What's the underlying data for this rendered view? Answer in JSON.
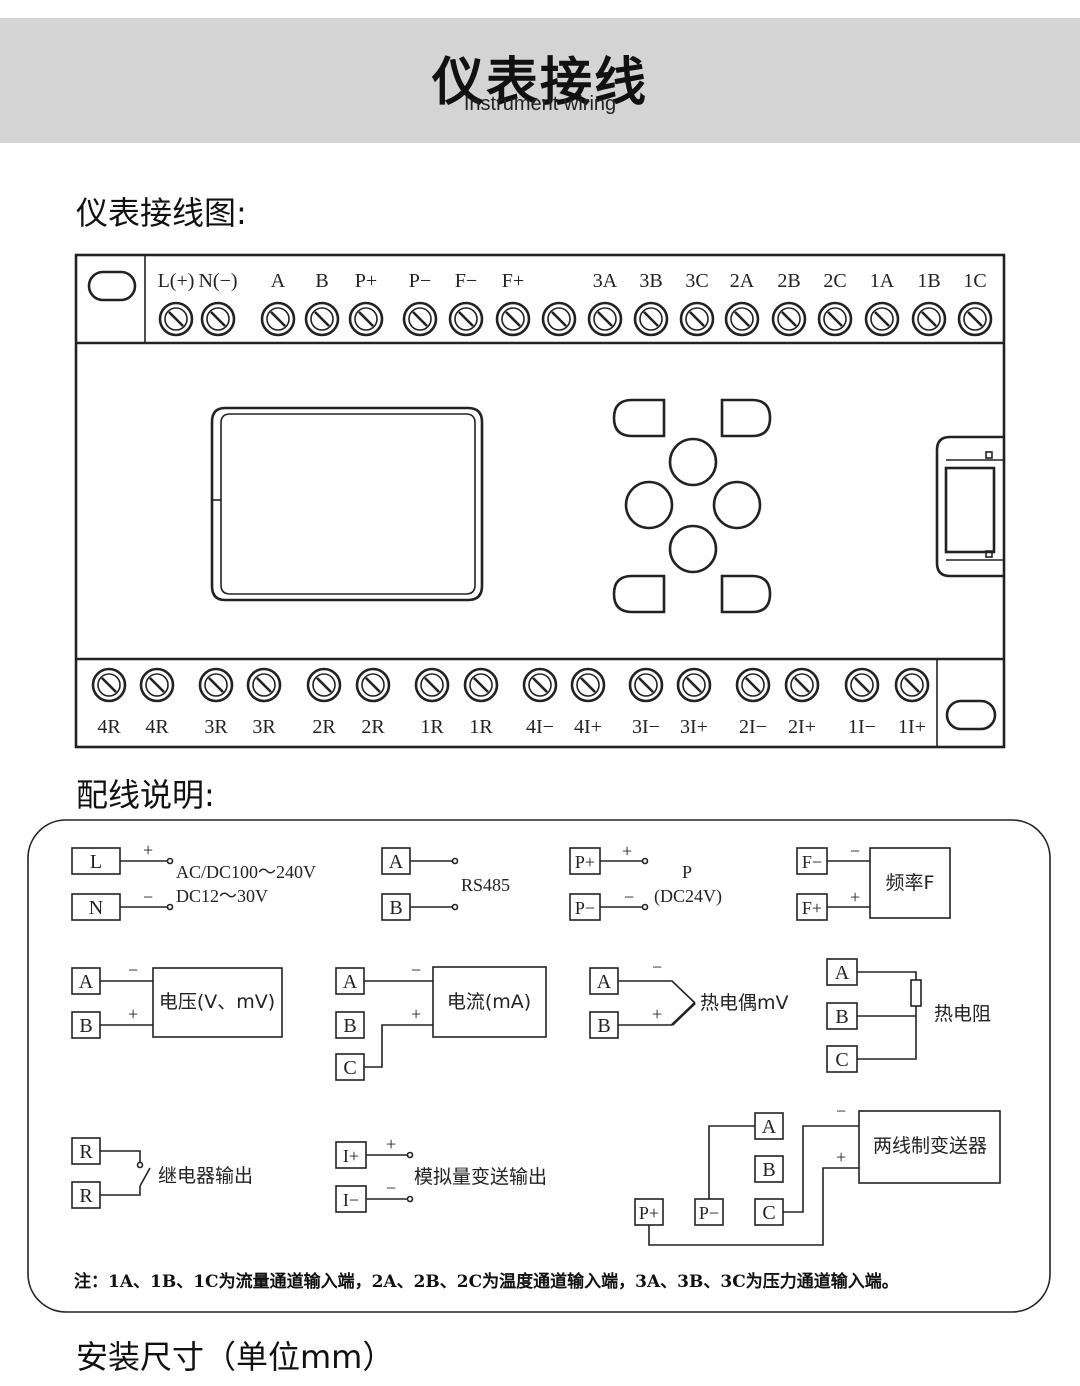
{
  "banner": {
    "title": "仪表接线",
    "subtitle": "Instrument wiring"
  },
  "section_wiring_diagram": "仪表接线图:",
  "section_wiring_notes": "配线说明:",
  "section_dimensions": "安装尺寸（单位mm）",
  "top_terminals": [
    "L(+)",
    "N(−)",
    "",
    "A",
    "B",
    "P+",
    "",
    "P−",
    "F−",
    "F+",
    "",
    "3A",
    "3B",
    "3C",
    "2A",
    "2B",
    "2C",
    "1A",
    "1B",
    "1C"
  ],
  "bottom_terminals": [
    "4R",
    "4R",
    "3R",
    "3R",
    "2R",
    "2R",
    "1R",
    "1R",
    "4I−",
    "4I+",
    "3I−",
    "3I+",
    "2I−",
    "2I+",
    "1I−",
    "1I+"
  ],
  "power": {
    "L": "L",
    "N": "N",
    "plus": "+",
    "minus": "−",
    "ac_range": "AC/DC100～240V",
    "dc_range": "DC12～30V"
  },
  "rs485": {
    "A": "A",
    "B": "B",
    "label": "RS485"
  },
  "pressure": {
    "pplus": "P+",
    "pminus": "P−",
    "plus": "+",
    "minus": "−",
    "label": "P",
    "supply": "(DC24V)"
  },
  "frequency": {
    "fminus": "F−",
    "fplus": "F+",
    "minus": "−",
    "plus": "+",
    "label": "频率F"
  },
  "voltage": {
    "A": "A",
    "B": "B",
    "minus": "−",
    "plus": "+",
    "label": "电压(V、mV)"
  },
  "current": {
    "A": "A",
    "B": "B",
    "C": "C",
    "minus": "−",
    "plus": "+",
    "label": "电流(mA)"
  },
  "thermocouple": {
    "A": "A",
    "B": "B",
    "minus": "−",
    "plus": "+",
    "label": "热电偶mV"
  },
  "rtd": {
    "A": "A",
    "B": "B",
    "C": "C",
    "label": "热电阻"
  },
  "relay": {
    "R1": "R",
    "R2": "R",
    "label": "继电器输出"
  },
  "analog_out": {
    "iplus": "I+",
    "iminus": "I−",
    "plus": "+",
    "minus": "−",
    "label": "模拟量变送输出"
  },
  "two_wire": {
    "A": "A",
    "B": "B",
    "C": "C",
    "pplus": "P+",
    "pminus": "P−",
    "minus": "−",
    "plus": "+",
    "label": "两线制变送器"
  },
  "footnote": "注：1A、1B、1C为流量通道输入端，2A、2B、2C为温度通道输入端，3A、3B、3C为压力通道输入端。"
}
